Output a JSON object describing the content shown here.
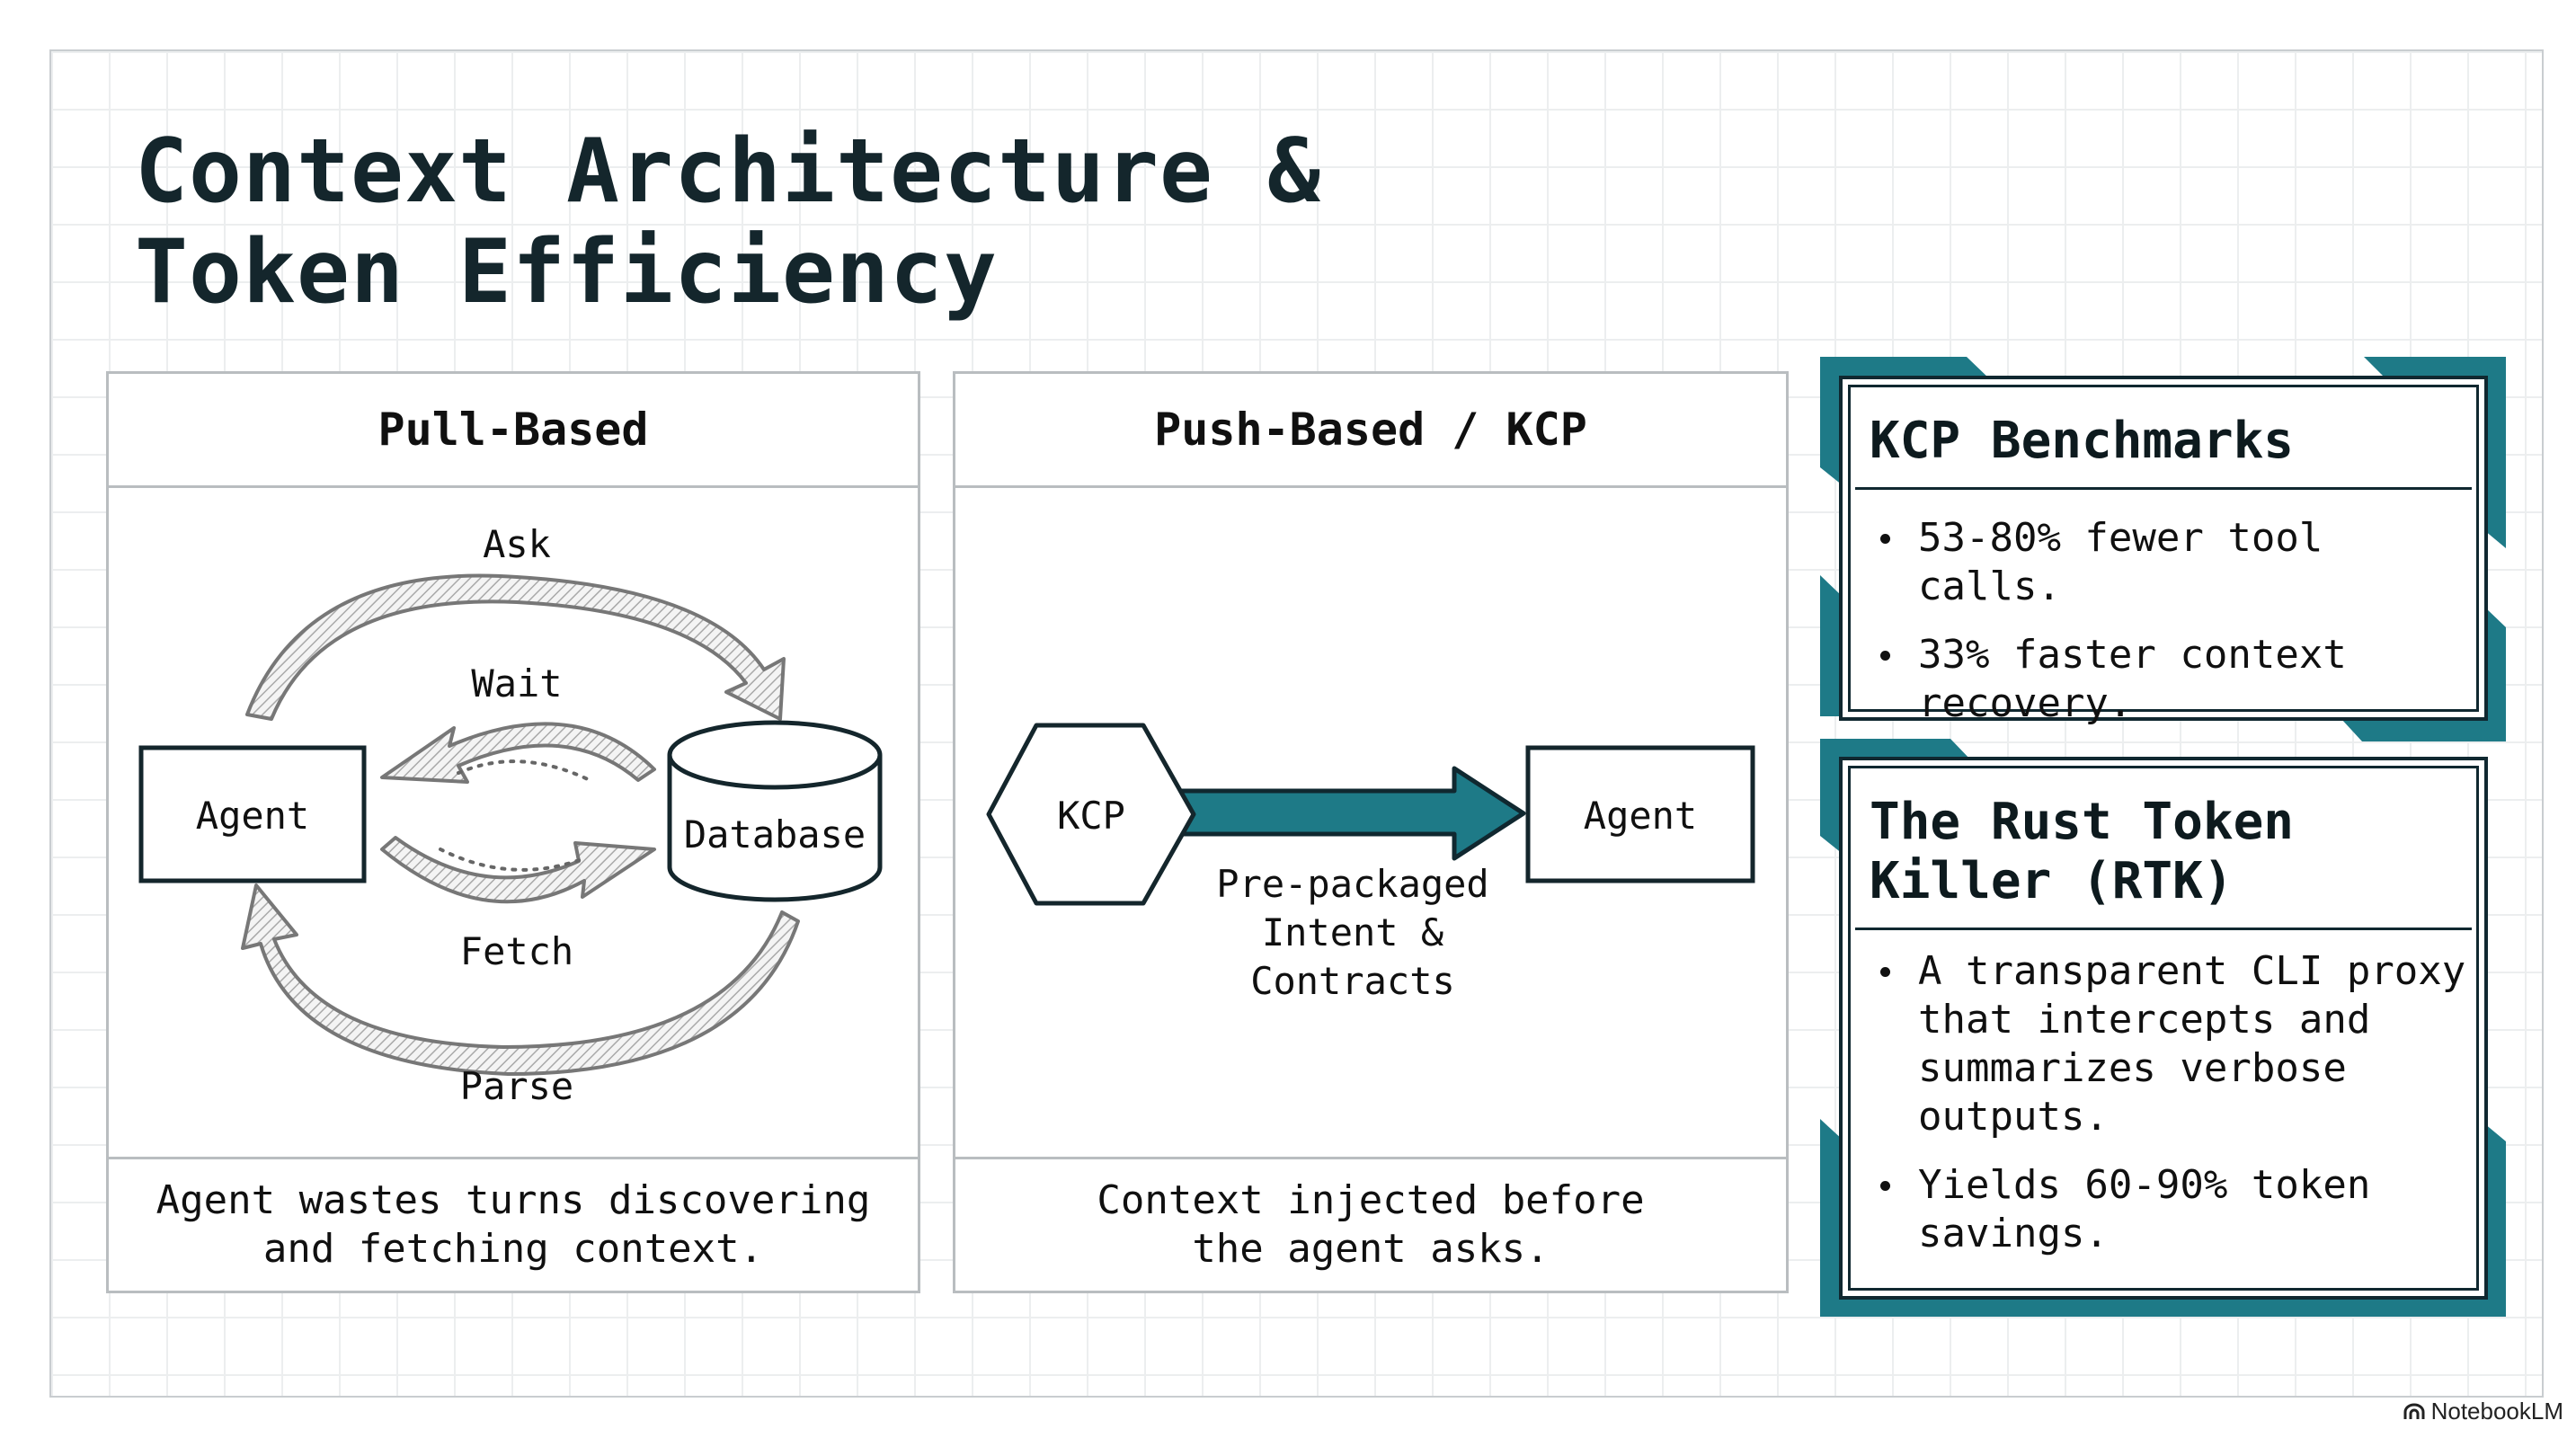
{
  "title": {
    "line1": "Context Architecture &",
    "line2": "Token Efficiency"
  },
  "pull": {
    "header": "Pull-Based",
    "nodes": {
      "agent": "Agent",
      "database": "Database"
    },
    "arrows": {
      "ask": "Ask",
      "wait": "Wait",
      "fetch": "Fetch",
      "parse": "Parse"
    },
    "footer": {
      "line1": "Agent wastes turns discovering",
      "line2": "and fetching context."
    }
  },
  "push": {
    "header": "Push-Based / KCP",
    "nodes": {
      "kcp": "KCP",
      "agent": "Agent"
    },
    "arrow_label": {
      "line1": "Pre-packaged",
      "line2": "Intent &",
      "line3": "Contracts"
    },
    "footer": {
      "line1": "Context injected before",
      "line2": "the agent asks."
    }
  },
  "benchmarks": {
    "title": "KCP Benchmarks",
    "items": [
      "53-80% fewer tool calls.",
      "33% faster context recovery."
    ]
  },
  "rtk": {
    "title_line1": "The Rust Token",
    "title_line2": "Killer (RTK)",
    "items": [
      "A transparent CLI proxy that intercepts and summarizes verbose outputs.",
      "Yields 60-90% token savings."
    ]
  },
  "brand": {
    "name": "NotebookLM"
  },
  "colors": {
    "accent_teal": "#1e7a87",
    "dark": "#102830",
    "grid": "#eceeef",
    "panel_border": "#b9bdc0"
  }
}
